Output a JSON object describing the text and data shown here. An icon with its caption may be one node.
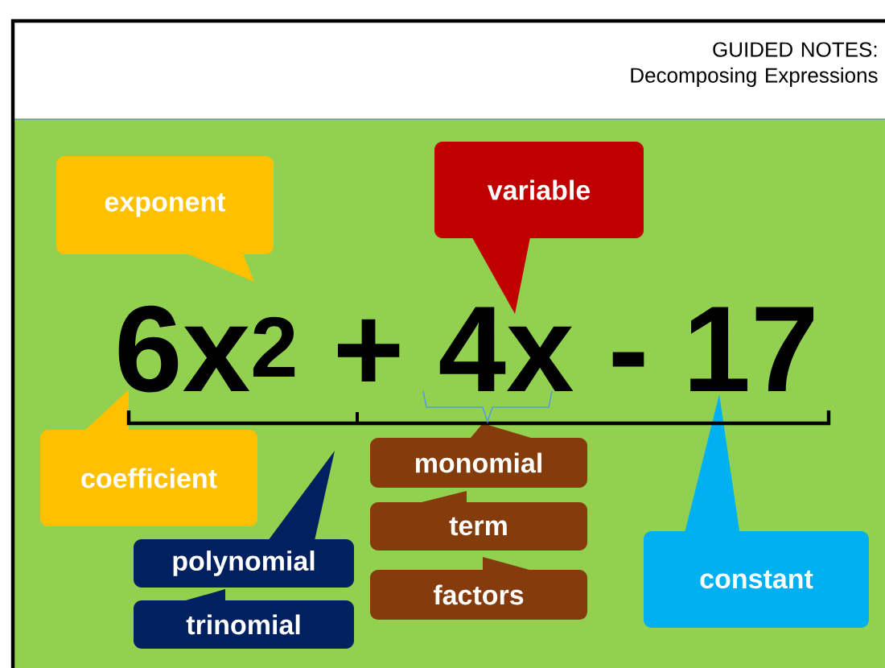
{
  "diagram": {
    "title": "GUIDED NOTES: Decomposing Expressions",
    "nodes": [
      {
        "text": [
          "exponent"
        ]
      },
      {
        "text": [
          "variable"
        ]
      },
      {
        "text": [
          "coefficient"
        ]
      },
      {
        "text": [
          "polynomial"
        ]
      },
      {
        "text": [
          "trinomial"
        ]
      },
      {
        "text": [
          "monomial"
        ]
      },
      {
        "text": [
          "term"
        ]
      },
      {
        "text": [
          "factors"
        ]
      },
      {
        "text": [
          "constant"
        ]
      }
    ],
    "labels": [
      "6x$^{2}$ + 4x - 17"
    ]
  }
}
